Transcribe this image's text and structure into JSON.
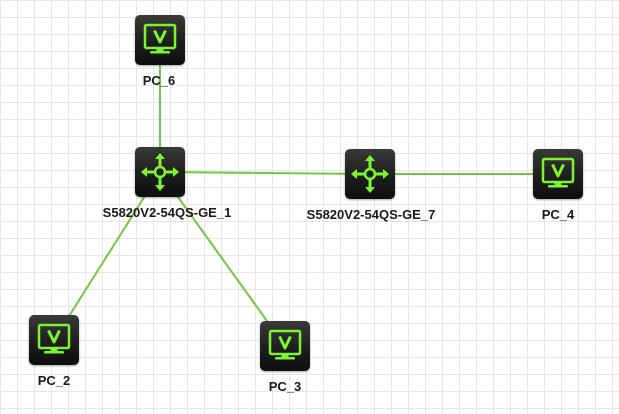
{
  "colors": {
    "link": "#76c442",
    "icon_glyph": "#7cf530",
    "device_body": "#1e1e1e",
    "grid": "#e6e6e6",
    "label": "#1a1a1a"
  },
  "nodes": [
    {
      "id": "pc6",
      "type": "pc",
      "icon": "monitor-icon",
      "label": "PC_6"
    },
    {
      "id": "sw1",
      "type": "switch",
      "icon": "switch-arrows-icon",
      "label": "S5820V2-54QS-GE_1"
    },
    {
      "id": "sw7",
      "type": "switch",
      "icon": "switch-arrows-icon",
      "label": "S5820V2-54QS-GE_7"
    },
    {
      "id": "pc4",
      "type": "pc",
      "icon": "monitor-icon",
      "label": "PC_4"
    },
    {
      "id": "pc2",
      "type": "pc",
      "icon": "monitor-icon",
      "label": "PC_2"
    },
    {
      "id": "pc3",
      "type": "pc",
      "icon": "monitor-icon",
      "label": "PC_3"
    }
  ],
  "links": [
    {
      "from": "sw1",
      "to": "pc6"
    },
    {
      "from": "sw1",
      "to": "sw7"
    },
    {
      "from": "sw7",
      "to": "pc4"
    },
    {
      "from": "sw1",
      "to": "pc2"
    },
    {
      "from": "sw1",
      "to": "pc3"
    }
  ]
}
